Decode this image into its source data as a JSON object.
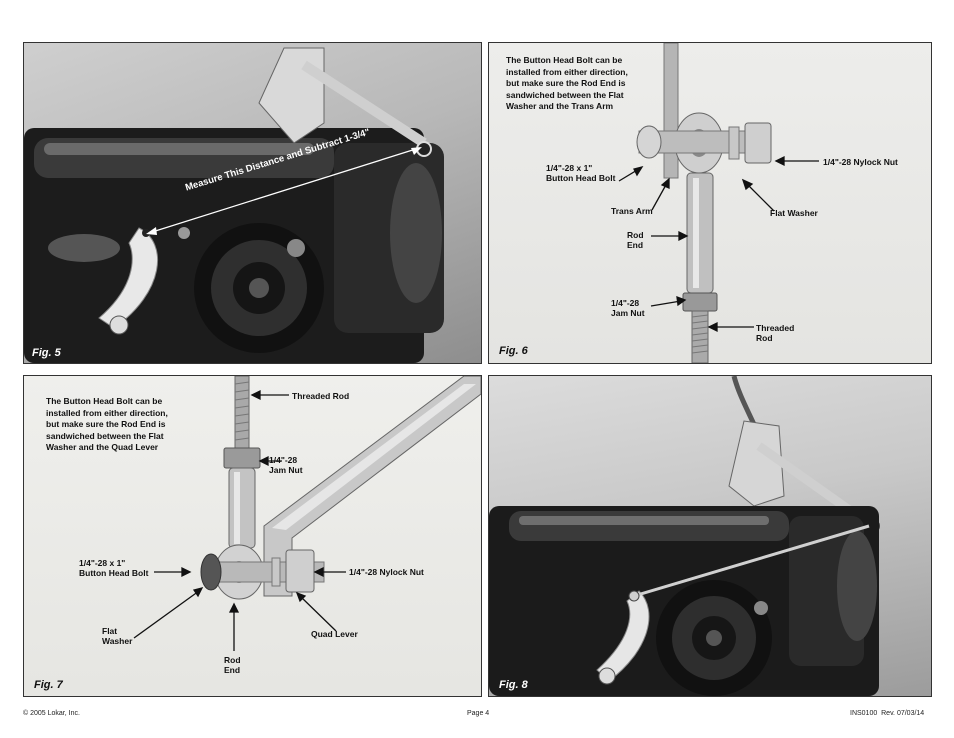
{
  "fig5": {
    "label": "Fig. 5",
    "callout": "Measure This Distance and Subtract 1-3/4\""
  },
  "fig6": {
    "label": "Fig. 6",
    "note_lines": [
      "The Button Head Bolt can be",
      "installed from either direction,",
      "but make sure the Rod End is",
      "sandwiched between the Flat",
      "Washer and the Trans Arm"
    ],
    "bolt_lines": [
      "1/4\"-28 x 1\"",
      "Button Head Bolt"
    ],
    "nylock": "1/4\"-28 Nylock Nut",
    "trans_arm": "Trans Arm",
    "flat_washer": "Flat Washer",
    "rod_end_lines": [
      "Rod",
      "End"
    ],
    "jam_nut_lines": [
      "1/4\"-28",
      "Jam Nut"
    ],
    "threaded_rod_lines": [
      "Threaded",
      "Rod"
    ]
  },
  "fig7": {
    "label": "Fig. 7",
    "note_lines": [
      "The Button Head Bolt can be",
      "installed from either direction,",
      "but make sure the Rod End is",
      "sandwiched between the Flat",
      "Washer and the Quad Lever"
    ],
    "threaded_rod": "Threaded Rod",
    "jam_nut_lines": [
      "1/4\"-28",
      "Jam Nut"
    ],
    "bolt_lines": [
      "1/4\"-28 x 1\"",
      "Button Head Bolt"
    ],
    "nylock": "1/4\"-28 Nylock Nut",
    "flat_washer_lines": [
      "Flat",
      "Washer"
    ],
    "quad_lever": "Quad Lever",
    "rod_end_lines": [
      "Rod",
      "End"
    ]
  },
  "fig8": {
    "label": "Fig. 8"
  },
  "footer": {
    "copyright": "© 2005 Lokar, Inc.",
    "page": "Page 4",
    "doc": "INS0100  Rev. 07/03/14"
  }
}
